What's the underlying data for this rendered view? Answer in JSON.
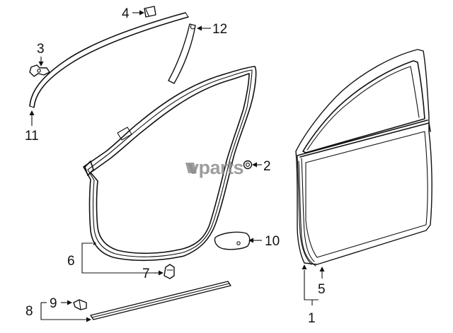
{
  "diagram": {
    "watermark": "vparts",
    "callouts": [
      {
        "id": "c1",
        "label": "1"
      },
      {
        "id": "c2",
        "label": "2"
      },
      {
        "id": "c3",
        "label": "3"
      },
      {
        "id": "c4",
        "label": "4"
      },
      {
        "id": "c5",
        "label": "5"
      },
      {
        "id": "c6",
        "label": "6"
      },
      {
        "id": "c7",
        "label": "7"
      },
      {
        "id": "c8",
        "label": "8"
      },
      {
        "id": "c9",
        "label": "9"
      },
      {
        "id": "c10",
        "label": "10"
      },
      {
        "id": "c11",
        "label": "11"
      },
      {
        "id": "c12",
        "label": "12"
      }
    ]
  }
}
